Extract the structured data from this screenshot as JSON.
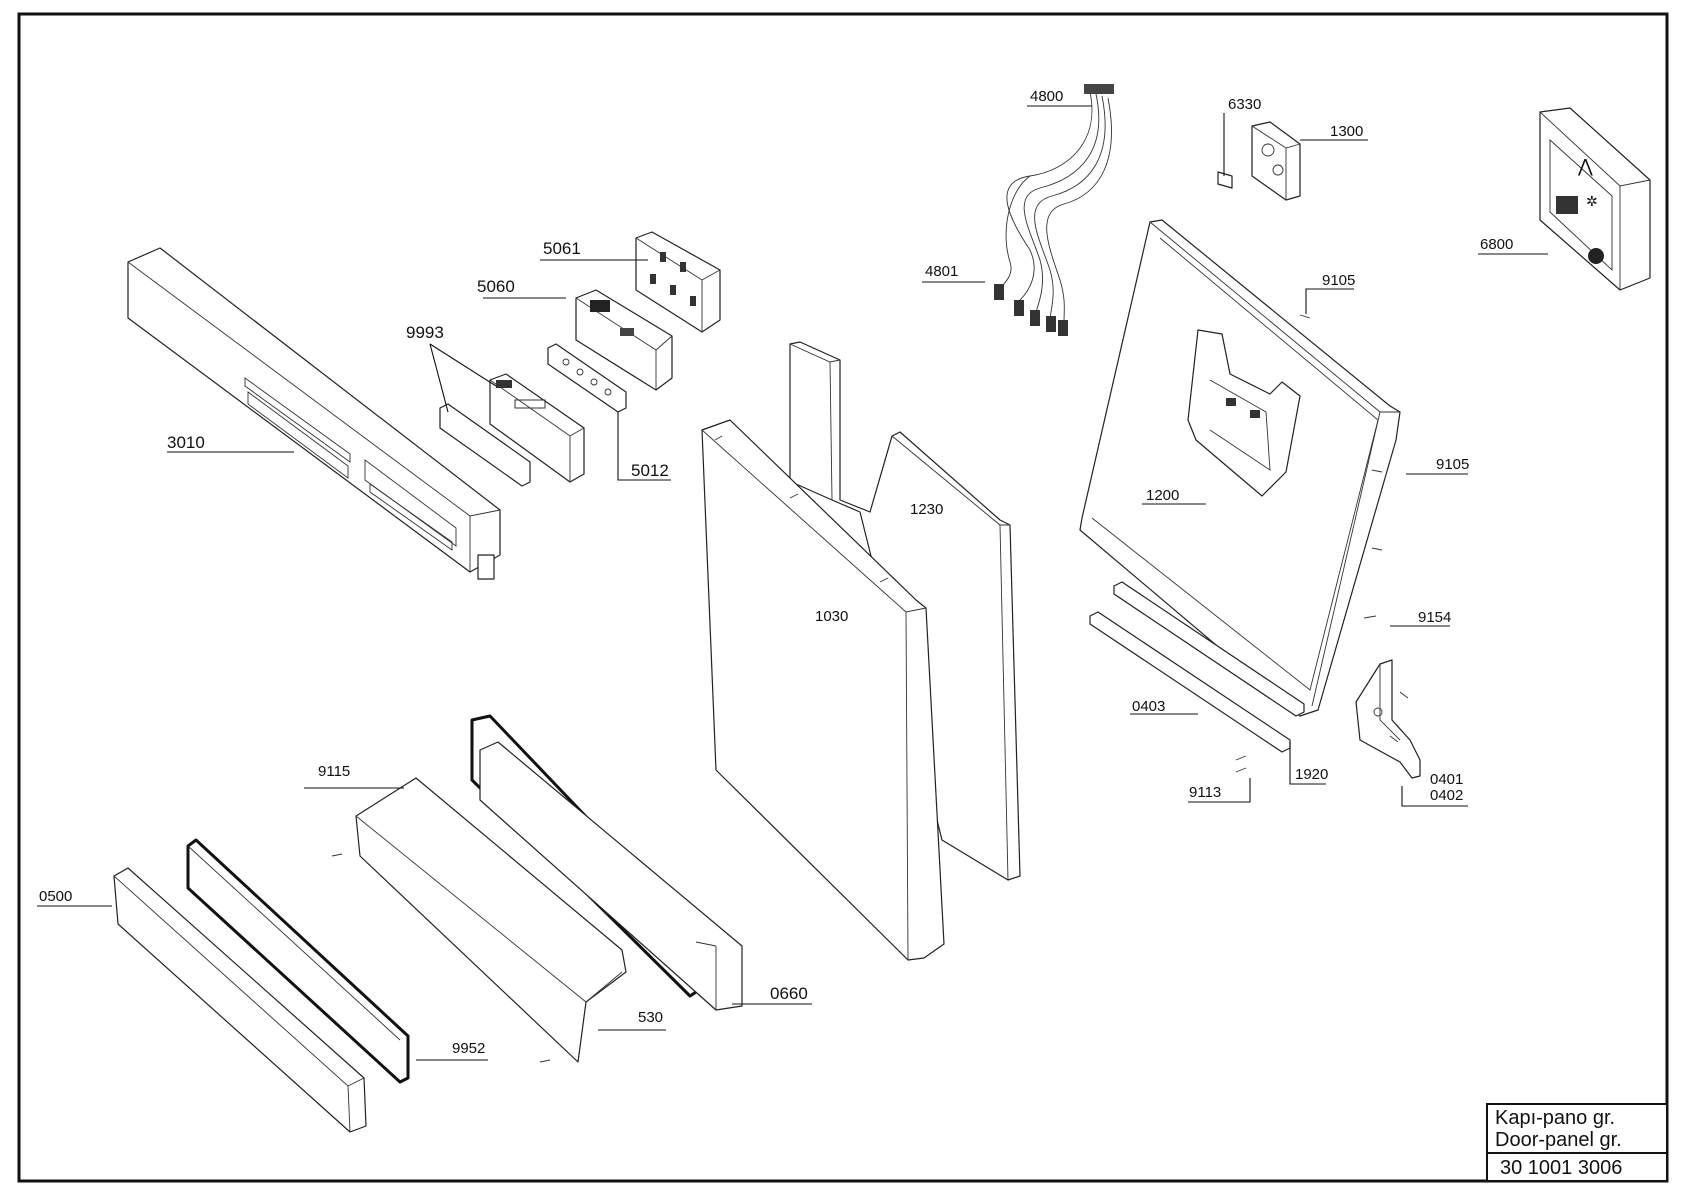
{
  "callouts": {
    "c4800": "4800",
    "c4801": "4801",
    "c6330": "6330",
    "c1300": "1300",
    "c6800": "6800",
    "c5061": "5061",
    "c5060": "5060",
    "c9993": "9993",
    "c5012": "5012",
    "c3010": "3010",
    "c1230": "1230",
    "c1030": "1030",
    "c1200": "1200",
    "c9105a": "9105",
    "c9105b": "9105",
    "c9154": "9154",
    "c0403": "0403",
    "c1920": "1920",
    "c9113": "9113",
    "c0401": "0401",
    "c0402": "0402",
    "c9115": "9115",
    "c0500": "0500",
    "c9952": "9952",
    "c530": "530",
    "c0660": "0660"
  },
  "title_block": {
    "line1": "Kapı-pano gr.",
    "line2": "Door-panel gr.",
    "number": "30 1001 3006"
  }
}
